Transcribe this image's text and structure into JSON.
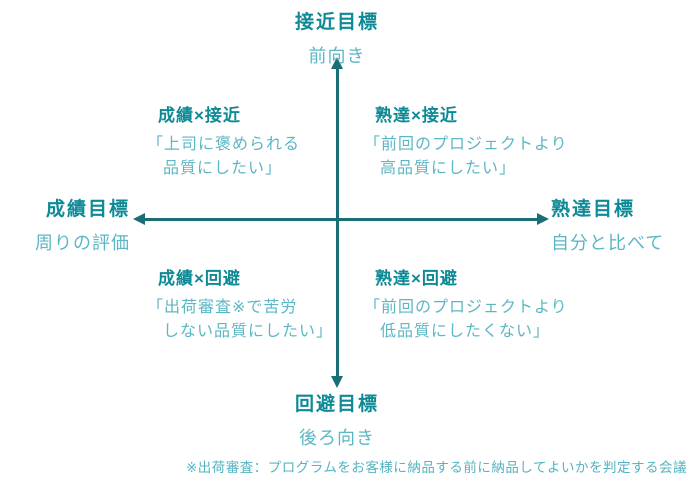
{
  "palette": {
    "axis": "#1a6e76",
    "heading": "#0d8a96",
    "body": "#5cb7c4",
    "footnote": "#54b4c2",
    "background": "#ffffff"
  },
  "axes": {
    "top": {
      "title": "接近目標",
      "subtitle": "前向き"
    },
    "bottom": {
      "title": "回避目標",
      "subtitle": "後ろ向き"
    },
    "left": {
      "title": "成績目標",
      "subtitle": "周りの評価"
    },
    "right": {
      "title": "熟達目標",
      "subtitle": "自分と比べて"
    }
  },
  "quadrants": [
    {
      "position": "top-left",
      "title": "成績×接近",
      "lines": [
        "「上司に褒められる",
        "品質にしたい」"
      ]
    },
    {
      "position": "top-right",
      "title": "熟達×接近",
      "lines": [
        "「前回のプロジェクトより",
        "高品質にしたい」"
      ]
    },
    {
      "position": "bottom-left",
      "title": "成績×回避",
      "lines": [
        "「出荷審査※で苦労",
        "しない品質にしたい」"
      ]
    },
    {
      "position": "bottom-right",
      "title": "熟達×回避",
      "lines": [
        "「前回のプロジェクトより",
        "低品質にしたくない」"
      ]
    }
  ],
  "footnote": "※出荷審査：プログラムをお客様に納品する前に納品してよいかを判定する会議"
}
